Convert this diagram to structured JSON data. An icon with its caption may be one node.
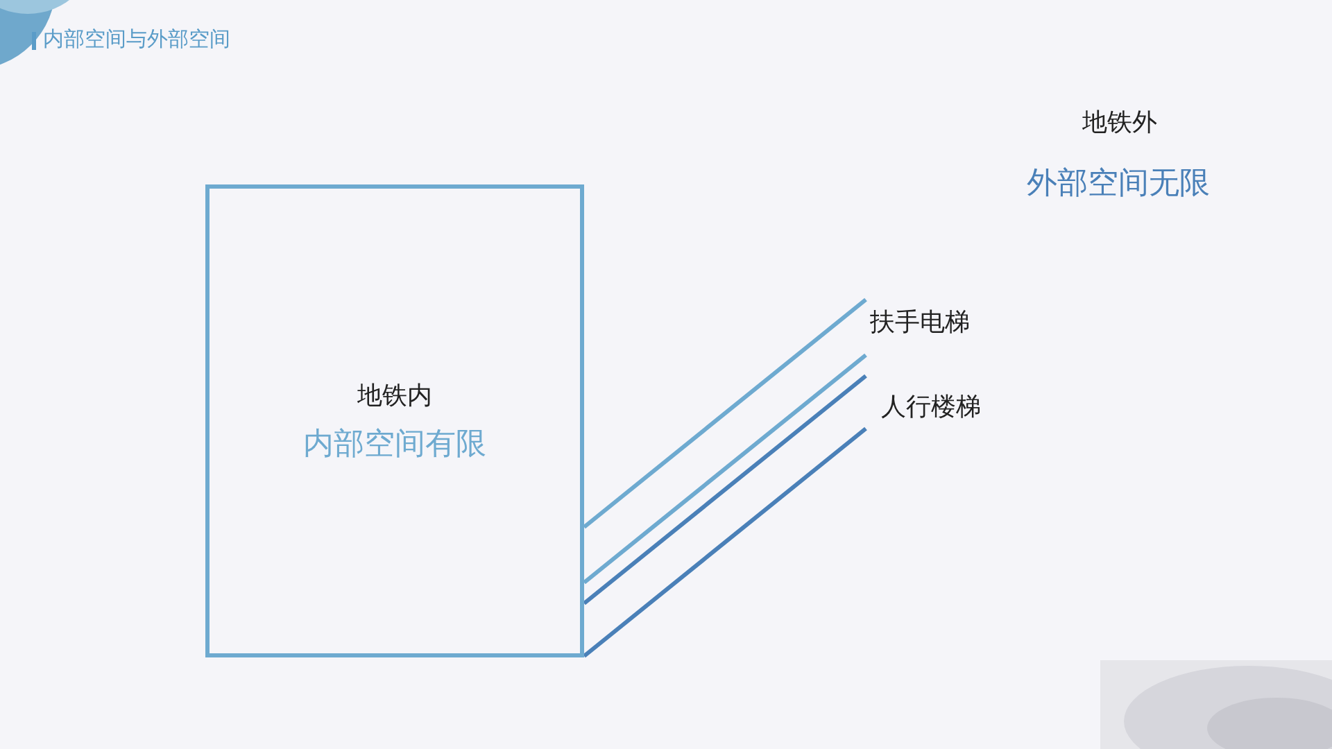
{
  "diagram": {
    "title": "内部空间与外部空间",
    "nodes": [
      {
        "text": [
          "地铁内",
          "内部空间有限"
        ]
      }
    ],
    "labels": [
      "地铁外",
      "外部空间无限",
      "扶手电梯",
      "人行楼梯"
    ]
  }
}
